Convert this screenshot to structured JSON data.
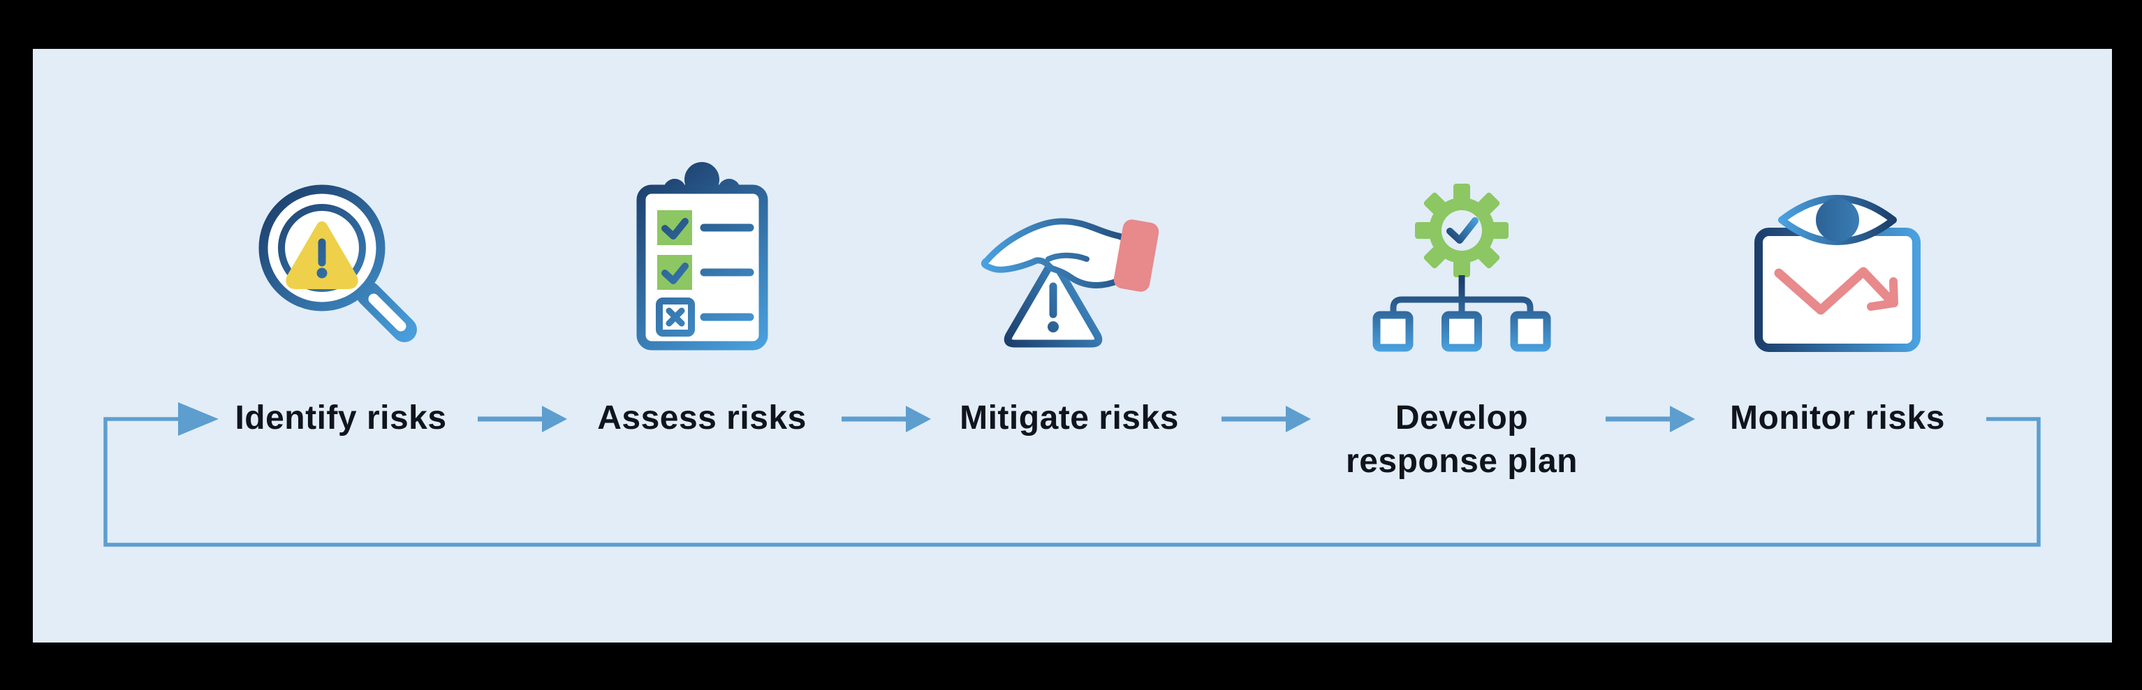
{
  "colors": {
    "frame": "#000000",
    "panel-bg": "#e2edf7",
    "arrow-blue": "#5d9ecf",
    "grad-dark": "#1c3e6b",
    "grad-light": "#4aa1df",
    "green": "#8cc763",
    "yellow": "#eed04b",
    "pink": "#e8898b",
    "label-text": "#10141c"
  },
  "flow": {
    "steps": [
      {
        "label": "Identify risks",
        "icon": "magnifier-warning-icon"
      },
      {
        "label": "Assess risks",
        "icon": "checklist-clipboard-icon"
      },
      {
        "label": "Mitigate risks",
        "icon": "hand-over-warning-icon"
      },
      {
        "label": "Develop response plan",
        "icon": "gear-hierarchy-icon"
      },
      {
        "label": "Monitor risks",
        "icon": "eye-chart-icon"
      }
    ],
    "loop": {
      "from": "Monitor risks",
      "to": "Identify risks"
    }
  }
}
